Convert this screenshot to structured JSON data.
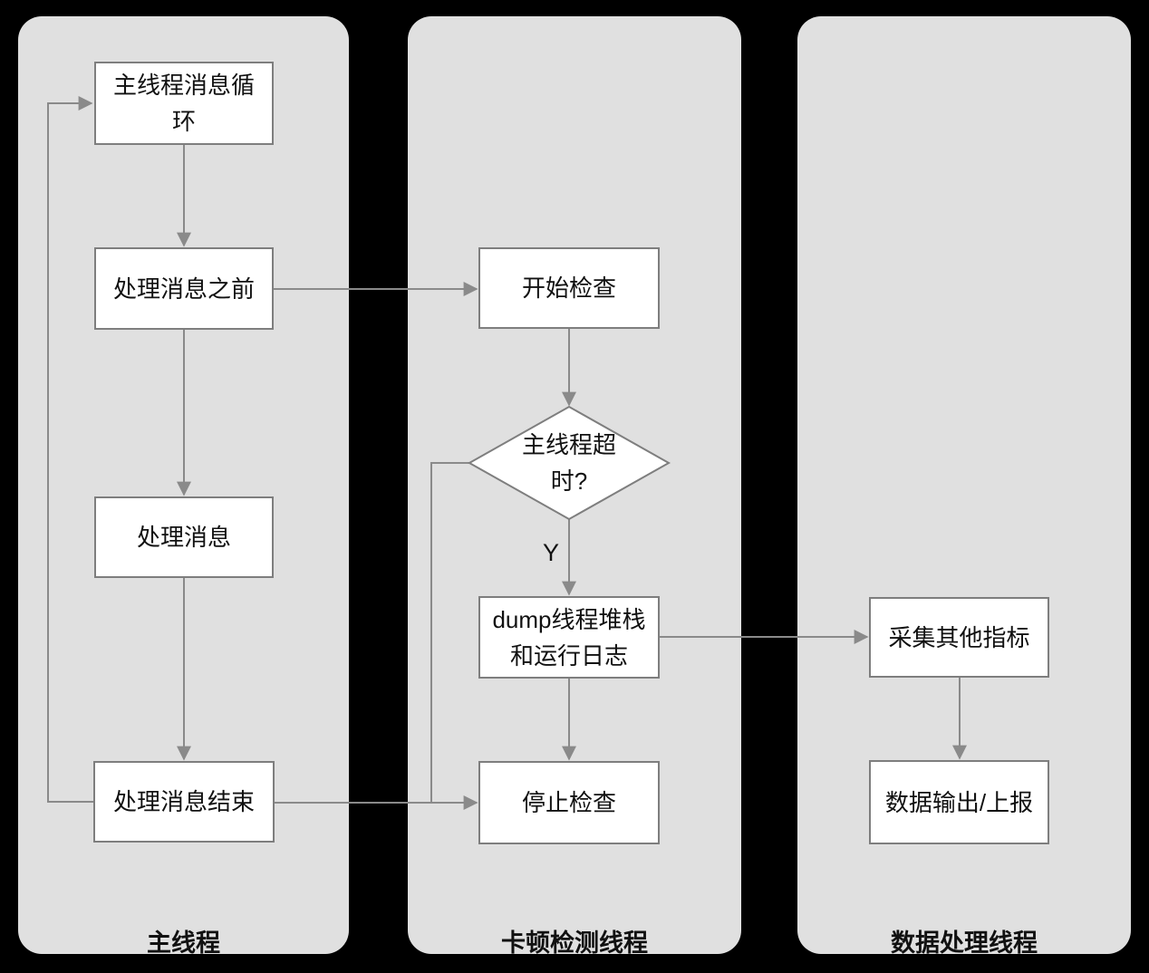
{
  "colors": {
    "canvasBg": "#000000",
    "laneBg": "#e0e0e0",
    "nodeBg": "#ffffff",
    "nodeBorder": "#7e7e7e",
    "arrow": "#8a8a8a",
    "text": "#111111"
  },
  "diagram": {
    "lanes": [
      {
        "label": "主线程",
        "nodes": [
          {
            "label": "主线程消息循环"
          },
          {
            "label": "处理消息之前"
          },
          {
            "label": "处理消息"
          },
          {
            "label": "处理消息结束"
          }
        ]
      },
      {
        "label": "卡顿检测线程",
        "nodes": [
          {
            "label": "开始检查"
          },
          {
            "label": "主线程超时?"
          },
          {
            "label": "dump线程堆栈和运行日志"
          },
          {
            "label": "停止检查"
          }
        ]
      },
      {
        "label": "数据处理线程",
        "nodes": [
          {
            "label": "采集其他指标"
          },
          {
            "label": "数据输出/上报"
          }
        ]
      }
    ],
    "edge_labels": {
      "timeout_yes": "Y"
    }
  }
}
